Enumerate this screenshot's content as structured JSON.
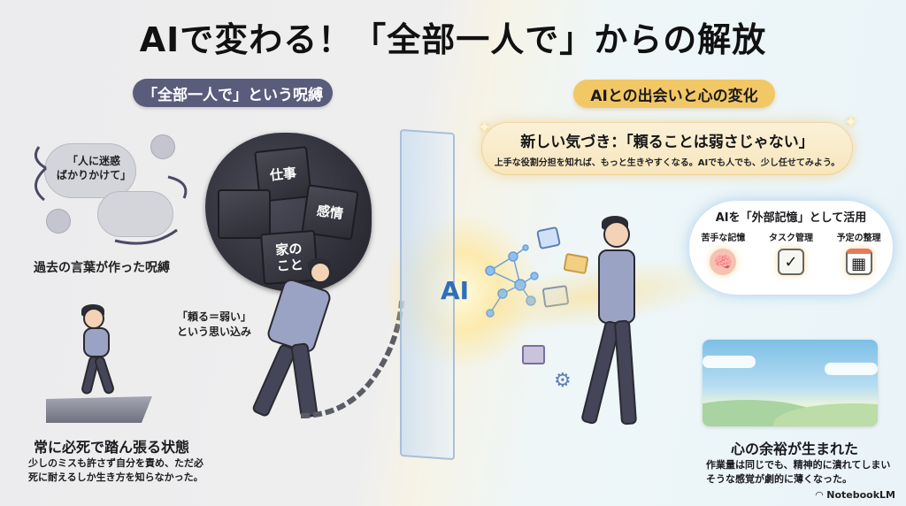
{
  "title": "AIで変わる！「全部一人で」からの解放",
  "left": {
    "section_label": "「全部一人で」という呪縛",
    "speech_bubble": "「人に迷惑 ばかりかけて」",
    "speech_bubble_lines": [
      "「人に迷惑",
      "ばかりかけて」"
    ],
    "past_words_caption": "過去の言葉が作った呪縛",
    "burden_blocks": [
      "仕事",
      "感情",
      "家の\nこと"
    ],
    "block_work": "仕事",
    "block_emotion": "感情",
    "block_home_lines": [
      "家の",
      "こと"
    ],
    "belief_lines": [
      "「頼る＝弱い」",
      "という思い込み"
    ],
    "state_heading": "常に必死で踏ん張る状態",
    "state_desc_lines": [
      "少しのミスも許さず自分を責め、ただ必",
      "死に耐えるしか生き方を知らなかった。"
    ]
  },
  "center": {
    "ai_label": "AI"
  },
  "right": {
    "section_label": "AIとの出会いと心の変化",
    "insight_heading": "新しい気づき：「頼ることは弱さじゃない」",
    "insight_sub": "上手な役割分担を知れば、もっと生きやすくなる。AIでも人でも、少し任せてみよう。",
    "cloud_heading": "AIを「外部記憶」として活用",
    "cloud_items": [
      {
        "label": "苦手な記憶",
        "icon": "brain-icon"
      },
      {
        "label": "タスク管理",
        "icon": "clipboard-checklist-icon"
      },
      {
        "label": "予定の整理",
        "icon": "calendar-icon"
      }
    ],
    "result_heading": "心の余裕が生まれた",
    "result_desc_lines": [
      "作業量は同じでも、精神的に潰れてしまい",
      "そうな感覚が劇的に薄くなった。"
    ]
  },
  "footer": {
    "brand": "NotebookLM"
  },
  "colors": {
    "left_pill": "#5a5c7c",
    "right_pill": "#f2c766",
    "ai_blue": "#2f6fb8",
    "insight_bg": "#f7e6bb"
  }
}
